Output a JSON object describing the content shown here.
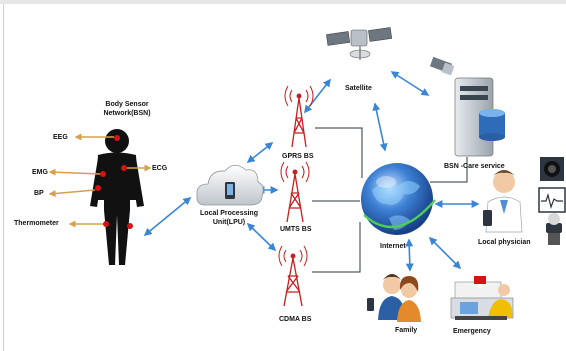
{
  "labels": {
    "bsn_title_line1": "Body Sensor",
    "bsn_title_line2": "Network(BSN)",
    "eeg": "EEG",
    "ecg": "ECG",
    "emg": "EMG",
    "bp": "BP",
    "thermometer": "Thermometer",
    "lpu_line1": "Local Processing",
    "lpu_line2": "Unit(LPU)",
    "gprs": "GPRS BS",
    "umts": "UMTS BS",
    "cdma": "CDMA BS",
    "satellite": "Satellite",
    "internet": "Internet",
    "bsn_care": "BSN -Care service",
    "local_physician": "Local physician",
    "family": "Family",
    "emergency": "Emergency"
  },
  "colors": {
    "arrow_blue": "#3a86d4",
    "arrow_sensor": "#d4a24a",
    "sensor_red": "#d41414",
    "tower_red": "#c81e1e",
    "line_dark": "#2b3440"
  }
}
